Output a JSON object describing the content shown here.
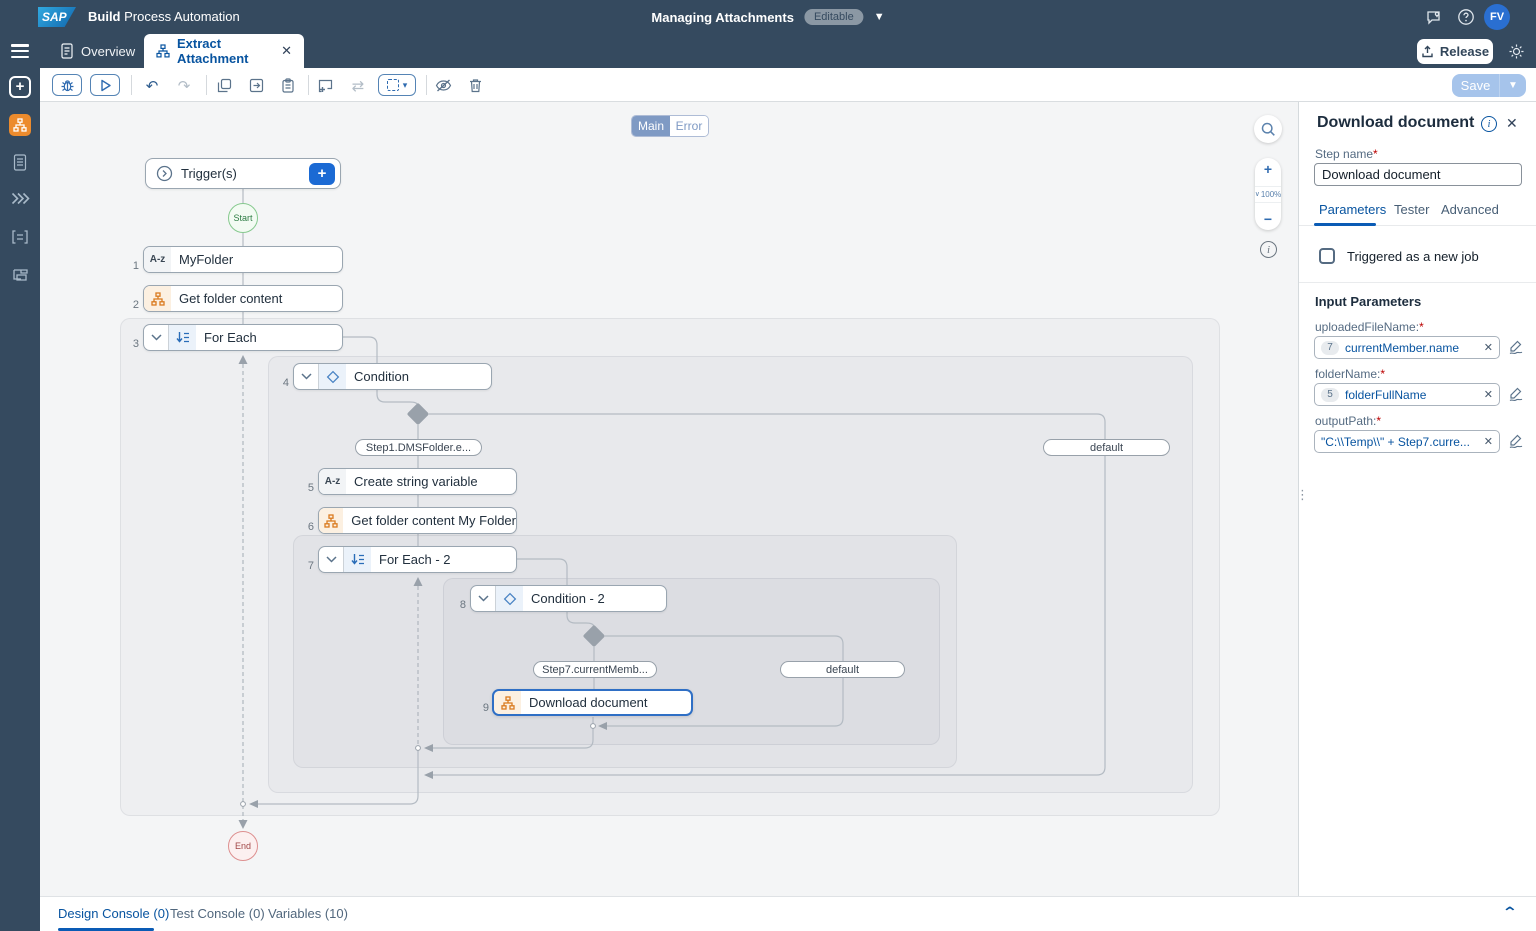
{
  "header": {
    "logo": "SAP",
    "product_bold": "Build",
    "product_rest": " Process Automation",
    "document_title": "Managing Attachments",
    "mode_badge": "Editable",
    "avatar_initials": "FV"
  },
  "tab_bar": {
    "overview_tab": "Overview",
    "active_tab": "Extract Attachment",
    "release_button": "Release"
  },
  "toolbar": {
    "save_button": "Save"
  },
  "canvas": {
    "view_toggle": {
      "main": "Main",
      "error": "Error"
    },
    "zoom_level": "100%",
    "trigger_label": "Trigger(s)",
    "start_label": "Start",
    "end_label": "End",
    "string_icon_glyph": "A-z",
    "steps": {
      "s1": {
        "num": "1",
        "label": "MyFolder"
      },
      "s2": {
        "num": "2",
        "label": "Get folder content"
      },
      "s3": {
        "num": "3",
        "label": "For Each"
      },
      "s4": {
        "num": "4",
        "label": "Condition"
      },
      "s5": {
        "num": "5",
        "label": "Create string variable"
      },
      "s6": {
        "num": "6",
        "label": "Get folder content My Folder"
      },
      "s7": {
        "num": "7",
        "label": "For Each - 2"
      },
      "s8": {
        "num": "8",
        "label": "Condition - 2"
      },
      "s9": {
        "num": "9",
        "label": "Download document"
      }
    },
    "branch_labels": {
      "condition1": "Step1.DMSFolder.e...",
      "default1": "default",
      "condition2": "Step7.currentMemb...",
      "default2": "default"
    }
  },
  "panel": {
    "title": "Download document",
    "step_name_label": "Step name",
    "step_name_value": "Download document",
    "tabs": {
      "parameters": "Parameters",
      "tester": "Tester",
      "advanced": "Advanced"
    },
    "checkbox_label": "Triggered as a new job",
    "section_title": "Input Parameters",
    "params": {
      "uploadedFileName": {
        "label": "uploadedFileName:",
        "token": "7",
        "value": "currentMember.name"
      },
      "folderName": {
        "label": "folderName:",
        "token": "5",
        "value": "folderFullName"
      },
      "outputPath": {
        "label": "outputPath:",
        "value": "\"C:\\\\Temp\\\\\" + Step7.curre..."
      }
    }
  },
  "console_bar": {
    "design_console": "Design Console (0)",
    "test_console": "Test Console (0)",
    "variables": "Variables (10)"
  }
}
